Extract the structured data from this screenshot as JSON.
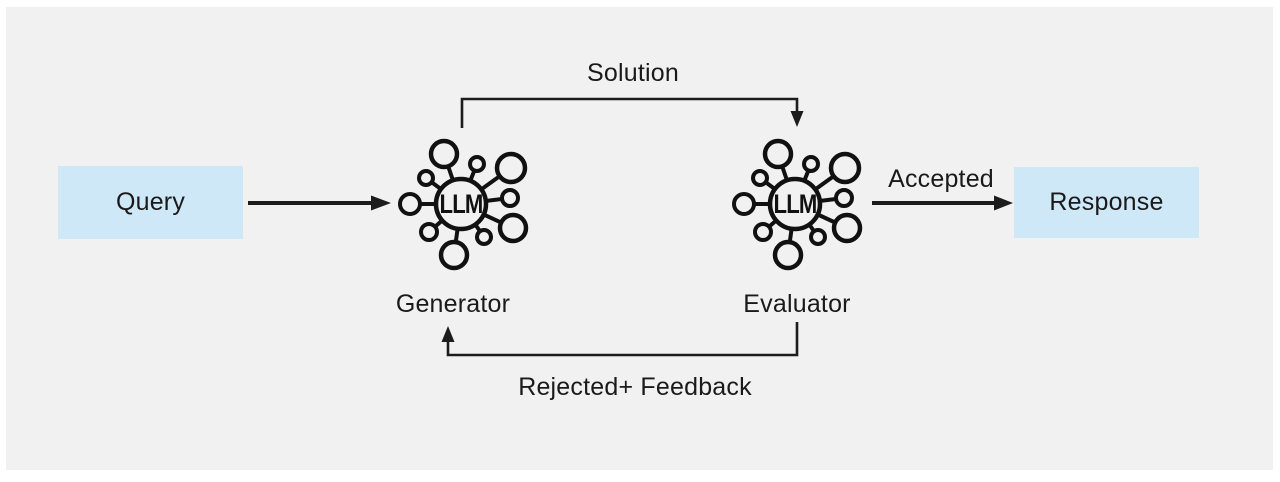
{
  "canvas": {
    "background": "#ffffff",
    "panel_background": "#f1f1f2"
  },
  "colors": {
    "io_box_fill": "#cfe8f7",
    "line": "#1c1c1c",
    "text": "#1a1a1a"
  },
  "nodes": {
    "query": {
      "label": "Query",
      "type": "input-box"
    },
    "generator": {
      "label": "Generator",
      "type": "llm-node",
      "icon": "llm-network-icon",
      "icon_label": "LLM"
    },
    "evaluator": {
      "label": "Evaluator",
      "type": "llm-node",
      "icon": "llm-network-icon",
      "icon_label": "LLM"
    },
    "response": {
      "label": "Response",
      "type": "output-box"
    }
  },
  "edges": [
    {
      "from": "query",
      "to": "generator",
      "label": ""
    },
    {
      "from": "generator",
      "to": "evaluator",
      "label": "Solution"
    },
    {
      "from": "evaluator",
      "to": "response",
      "label": "Accepted"
    },
    {
      "from": "evaluator",
      "to": "generator",
      "label": "Rejected+ Feedback"
    }
  ]
}
